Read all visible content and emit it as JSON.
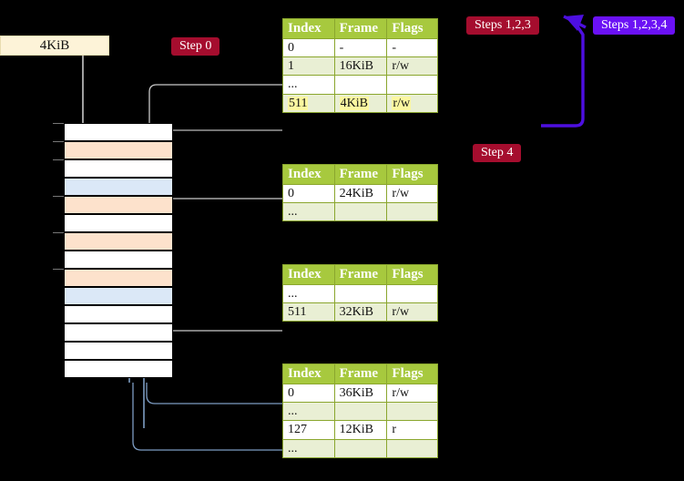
{
  "labels": {
    "size_box": "4KiB",
    "step0": "Step 0",
    "steps123": "Steps 1,2,3",
    "steps1234": "Steps 1,2,3,4",
    "step4": "Step 4"
  },
  "colors": {
    "badge_red": "#a50d2e",
    "badge_blue": "#6b11f5",
    "table_header_green": "#a7c93e",
    "table_alt_row": "#e9efd4",
    "highlight_yellow": "#fbf7a0",
    "mem_orange": "#fde2cc",
    "mem_blue": "#dbe8f7",
    "size_box_bg": "#fdf3d8",
    "wire_grey": "#b9b9b9",
    "wire_blue": "#7d9dc4"
  },
  "tables": {
    "headers": [
      "Index",
      "Frame",
      "Flags"
    ],
    "list": [
      {
        "id": "tbl0",
        "rows": [
          {
            "index": "0",
            "frame": "-",
            "flags": "-",
            "style": "plain"
          },
          {
            "index": "1",
            "frame": "16KiB",
            "flags": "r/w",
            "style": "alt"
          },
          {
            "index": "...",
            "frame": "",
            "flags": "",
            "style": "plain"
          },
          {
            "index": "511",
            "frame": "4KiB",
            "flags": "r/w",
            "style": "hl"
          }
        ]
      },
      {
        "id": "tbl1",
        "rows": [
          {
            "index": "0",
            "frame": "24KiB",
            "flags": "r/w",
            "style": "plain"
          },
          {
            "index": "...",
            "frame": "",
            "flags": "",
            "style": "alt"
          }
        ]
      },
      {
        "id": "tbl2",
        "rows": [
          {
            "index": "...",
            "frame": "",
            "flags": "",
            "style": "plain"
          },
          {
            "index": "511",
            "frame": "32KiB",
            "flags": "r/w",
            "style": "alt"
          }
        ]
      },
      {
        "id": "tbl3",
        "rows": [
          {
            "index": "0",
            "frame": "36KiB",
            "flags": "r/w",
            "style": "plain"
          },
          {
            "index": "...",
            "frame": "",
            "flags": "",
            "style": "alt"
          },
          {
            "index": "127",
            "frame": "12KiB",
            "flags": "r",
            "style": "plain"
          },
          {
            "index": "...",
            "frame": "",
            "flags": "",
            "style": "alt"
          }
        ]
      }
    ]
  },
  "memory_column": {
    "rows": [
      {
        "fill": "white",
        "tick": true
      },
      {
        "fill": "orange",
        "tick": true
      },
      {
        "fill": "white",
        "tick": true
      },
      {
        "fill": "blue",
        "tick": false
      },
      {
        "fill": "orange",
        "tick": true
      },
      {
        "fill": "white",
        "tick": false
      },
      {
        "fill": "orange",
        "tick": true
      },
      {
        "fill": "white",
        "tick": false
      },
      {
        "fill": "orange",
        "tick": true
      },
      {
        "fill": "blue",
        "tick": false
      },
      {
        "fill": "white",
        "tick": false
      },
      {
        "fill": "white",
        "tick": false
      },
      {
        "fill": "white",
        "tick": false
      },
      {
        "fill": "white",
        "tick": false
      }
    ]
  }
}
